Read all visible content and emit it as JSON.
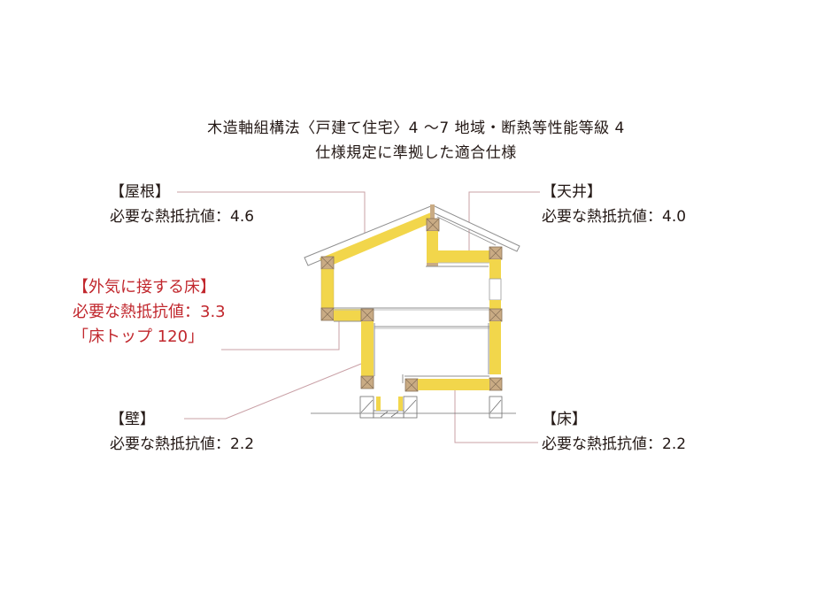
{
  "title": {
    "line1": "木造軸組構法〈戸建て住宅〉4 〜7 地域・断熱等性能等級 4",
    "line2": "仕様規定に準拠した適合仕様"
  },
  "labels": {
    "roof": {
      "heading": "【屋根】",
      "value": "必要な熱抵抗値：4.6"
    },
    "ceiling": {
      "heading": "【天井】",
      "value": "必要な熱抵抗値：4.0"
    },
    "exposed_floor": {
      "heading": "【外気に接する床】",
      "value": "必要な熱抵抗値：3.3",
      "product": "「床トップ 120」"
    },
    "wall": {
      "heading": "【壁】",
      "value": "必要な熱抵抗値：2.2"
    },
    "floor": {
      "heading": "【床】",
      "value": "必要な熱抵抗値：2.2"
    }
  },
  "colors": {
    "insulation": "#f2d64b",
    "timber": "#c9ab84",
    "leader": "#c9a0a6",
    "highlight_text": "#c1272d",
    "text": "#231815"
  }
}
